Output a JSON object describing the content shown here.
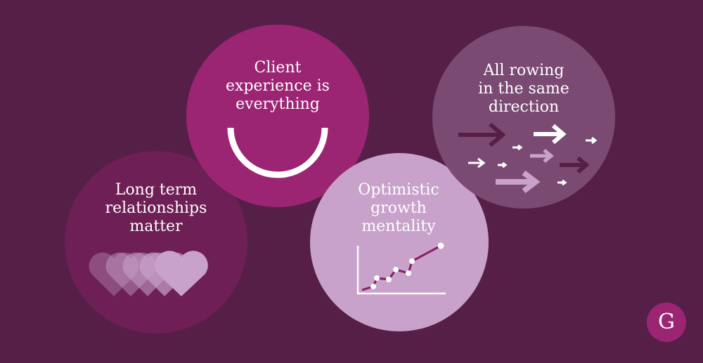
{
  "circles": [
    {
      "label": "Long term relationships matter",
      "icon": "hearts-icon",
      "color": "#6e1f55"
    },
    {
      "label": "Client experience is everything",
      "icon": "smile-icon",
      "color": "#9b2573"
    },
    {
      "label": "Optimistic growth mentality",
      "icon": "growth-chart-icon",
      "color": "#c8a2cb"
    },
    {
      "label": "All rowing in the same direction",
      "icon": "arrows-icon",
      "color": "#7b4a73"
    }
  ],
  "logo": {
    "letter": "G",
    "color": "#9b2573"
  },
  "background": "#561f48"
}
